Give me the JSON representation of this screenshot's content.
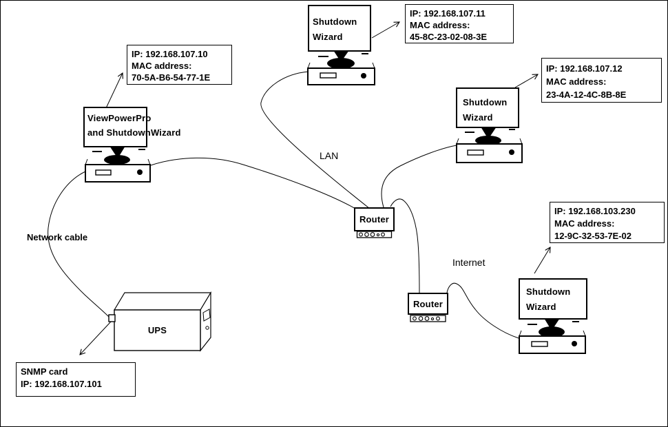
{
  "annotations": {
    "lan": "LAN",
    "internet": "Internet",
    "network_cable": "Network cable"
  },
  "devices": {
    "router1": "Router",
    "router2": "Router",
    "ups": "UPS"
  },
  "computers": [
    {
      "name": "viewpowerpro-pc",
      "label_lines": [
        "ViewPowerPro",
        "and ShutdownWizard"
      ]
    },
    {
      "name": "top-shutdown-pc",
      "label_lines": [
        "Shutdown",
        "Wizard"
      ]
    },
    {
      "name": "right-shutdown-pc",
      "label_lines": [
        "Shutdown",
        "Wizard"
      ]
    },
    {
      "name": "bottom-shutdown-pc",
      "label_lines": [
        "Shutdown",
        "Wizard"
      ]
    }
  ],
  "info_boxes": [
    {
      "name": "viewpowerpro-info",
      "lines": [
        "IP: 192.168.107.10",
        "MAC address:",
        "70-5A-B6-54-77-1E"
      ]
    },
    {
      "name": "top-pc-info",
      "lines": [
        "IP: 192.168.107.11",
        "MAC address:",
        "45-8C-23-02-08-3E"
      ]
    },
    {
      "name": "right-pc-info",
      "lines": [
        "IP: 192.168.107.12",
        "MAC address:",
        "23-4A-12-4C-8B-8E"
      ]
    },
    {
      "name": "bottom-pc-info",
      "lines": [
        "IP: 192.168.103.230",
        "MAC address:",
        "12-9C-32-53-7E-02"
      ]
    },
    {
      "name": "snmp-info",
      "lines": [
        "SNMP card",
        "IP: 192.168.107.101"
      ]
    }
  ],
  "colors": {
    "line": "#000000",
    "background": "#ffffff"
  }
}
